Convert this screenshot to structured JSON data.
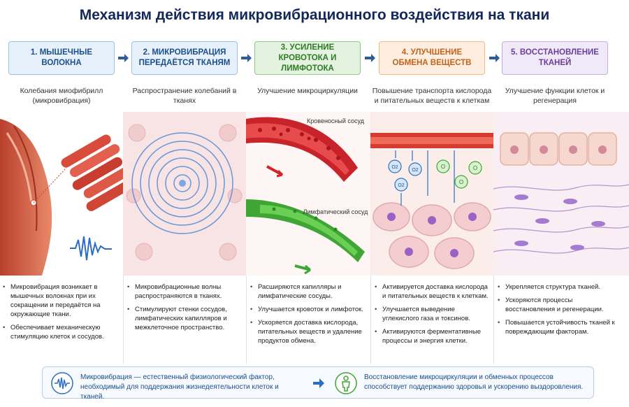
{
  "title": "Механизм действия микровибрационного воздействия на ткани",
  "steps": [
    {
      "label": "1. МЫШЕЧНЫЕ ВОЛОКНА",
      "caption": "Колебания миофибрилл (микровибрация)",
      "bullets": [
        "Микровибрация возникает в мышечных волокнах при их сокращении и передаётся на окружающие ткани.",
        "Обеспечивает механическую стимуляцию клеток и сосудов."
      ]
    },
    {
      "label": "2. МИКРОВИБРАЦИЯ ПЕРЕДАЁТСЯ ТКАНЯМ",
      "caption": "Распространение колебаний в тканях",
      "bullets": [
        "Микровибрационные волны распространяются в тканях.",
        "Стимулируют стенки сосудов, лимфатических капилляров и межклеточное пространство."
      ]
    },
    {
      "label": "3. УСИЛЕНИЕ КРОВОТОКА И ЛИМФОТОКА",
      "caption": "Улучшение микроциркуляции",
      "bullets": [
        "Расширяются капилляры и лимфатические сосуды.",
        "Улучшается кровоток и лимфоток.",
        "Ускоряется доставка кислорода, питательных веществ и удаление продуктов обмена."
      ]
    },
    {
      "label": "4. УЛУЧШЕНИЕ ОБМЕНА ВЕЩЕСТВ",
      "caption": "Повышение транспорта кислорода и питательных веществ к клеткам",
      "bullets": [
        "Активируется доставка кислорода и питательных веществ к клеткам.",
        "Улучшается выведение углекислого газа и токсинов.",
        "Активируются ферментативные процессы и энергия клетки."
      ]
    },
    {
      "label": "5. ВОССТАНОВЛЕНИЕ ТКАНЕЙ",
      "caption": "Улучшение функции клеток и регенерация",
      "bullets": [
        "Укрепляется структура тканей.",
        "Ускоряются процессы восстановления и регенерации.",
        "Повышается устойчивость тканей к повреждающим факторам."
      ]
    }
  ],
  "vessel_labels": {
    "blood": "Кровеносный сосуд",
    "lymph": "Лимфатический сосуд"
  },
  "molecule_labels": {
    "oxygen": "O2",
    "nutrient": "O"
  },
  "footer": {
    "left": "Микровибрация — естественный физиологический фактор, необходимый для поддержания жизнедеятельности клеток и тканей.",
    "right": "Восстановление микроциркуляции и обменных процессов способствует поддержанию здоровья и ускорению выздоровления."
  },
  "icons": {
    "step_arrow": "chevron-right-arrow-icon",
    "footer_left": "vibration-wave-icon",
    "footer_mid": "arrow-right-icon",
    "footer_right": "person-health-icon"
  },
  "colors": {
    "title": "#13285a",
    "step1": "#1d4f8c",
    "step3": "#2f7a25",
    "step4": "#c4621a",
    "step5": "#6b3e9a",
    "blood": "#d2232a",
    "lymph": "#3fa535"
  }
}
